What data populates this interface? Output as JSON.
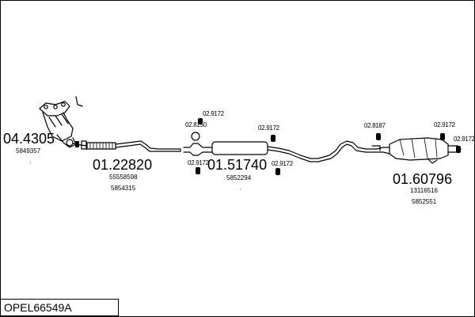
{
  "assembly_code": "OPEL66549A",
  "parts": {
    "manifold_cat": {
      "number": "04.4305",
      "refs": [
        "5849357"
      ]
    },
    "front_pipe": {
      "number": "01.22820",
      "refs": [
        "55558598",
        "5854315"
      ]
    },
    "middle_silencer": {
      "number": "01.51740",
      "refs": [
        "5852294"
      ]
    },
    "rear_silencer": {
      "number": "01.60796",
      "refs": [
        "13116516",
        "5852551"
      ]
    }
  },
  "fittings": {
    "f1": "02.9172",
    "f2": "02.8150",
    "f3": "02.9172",
    "f4": "02.9172",
    "f5": "02.9172",
    "f6": "02.8187",
    "f7": "02.9172",
    "f8": "02.9172"
  },
  "colors": {
    "line": "#000000",
    "background": "#ffffff"
  }
}
